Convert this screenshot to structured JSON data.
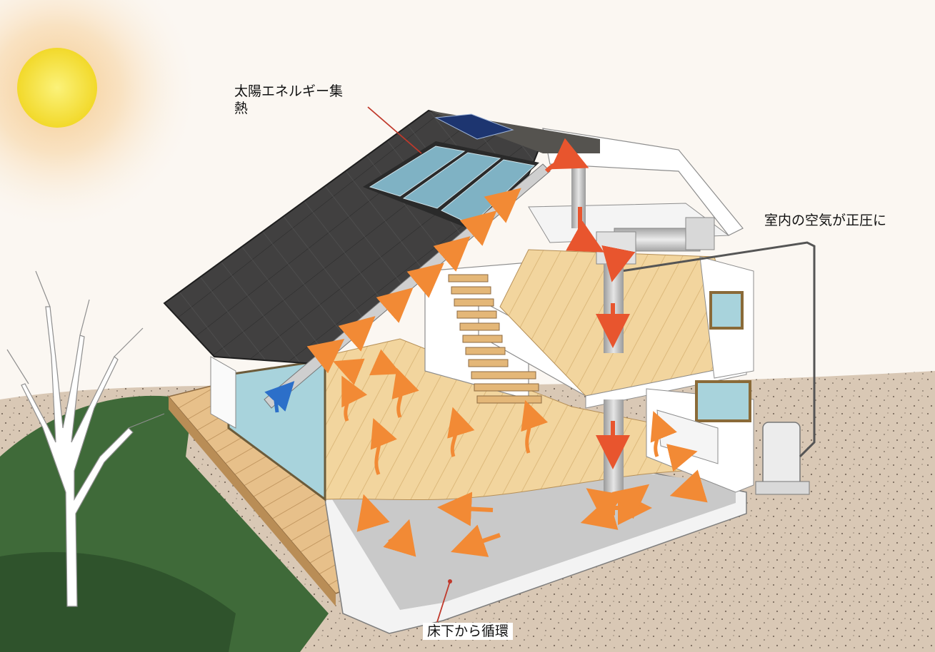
{
  "labels": {
    "solar_collection": [
      "太陽エネルギー集",
      "熱"
    ],
    "positive_pressure": "室内の空気が正圧に",
    "underfloor_circulation": "床下から循環"
  },
  "colors": {
    "sky": "#fbf7f2",
    "sun_core": "#f6e53a",
    "sun_glow": "#f7c98c",
    "roof": "#3f3e3b",
    "solar_panel": "#7fb2c4",
    "pv_panel": "#1d3570",
    "floor_wood": "#f1d49b",
    "wall": "#ffffff",
    "lawn": "#3f6a39",
    "soil": "#d6c3ad",
    "warm_air_arrow": "#f28a35",
    "duct_arrow": "#e8552e",
    "cool_air_arrow": "#2c6fc9",
    "leader_line": "#c0392b"
  },
  "icons": [
    "sun-icon",
    "tree-icon",
    "storage-tank-icon"
  ]
}
